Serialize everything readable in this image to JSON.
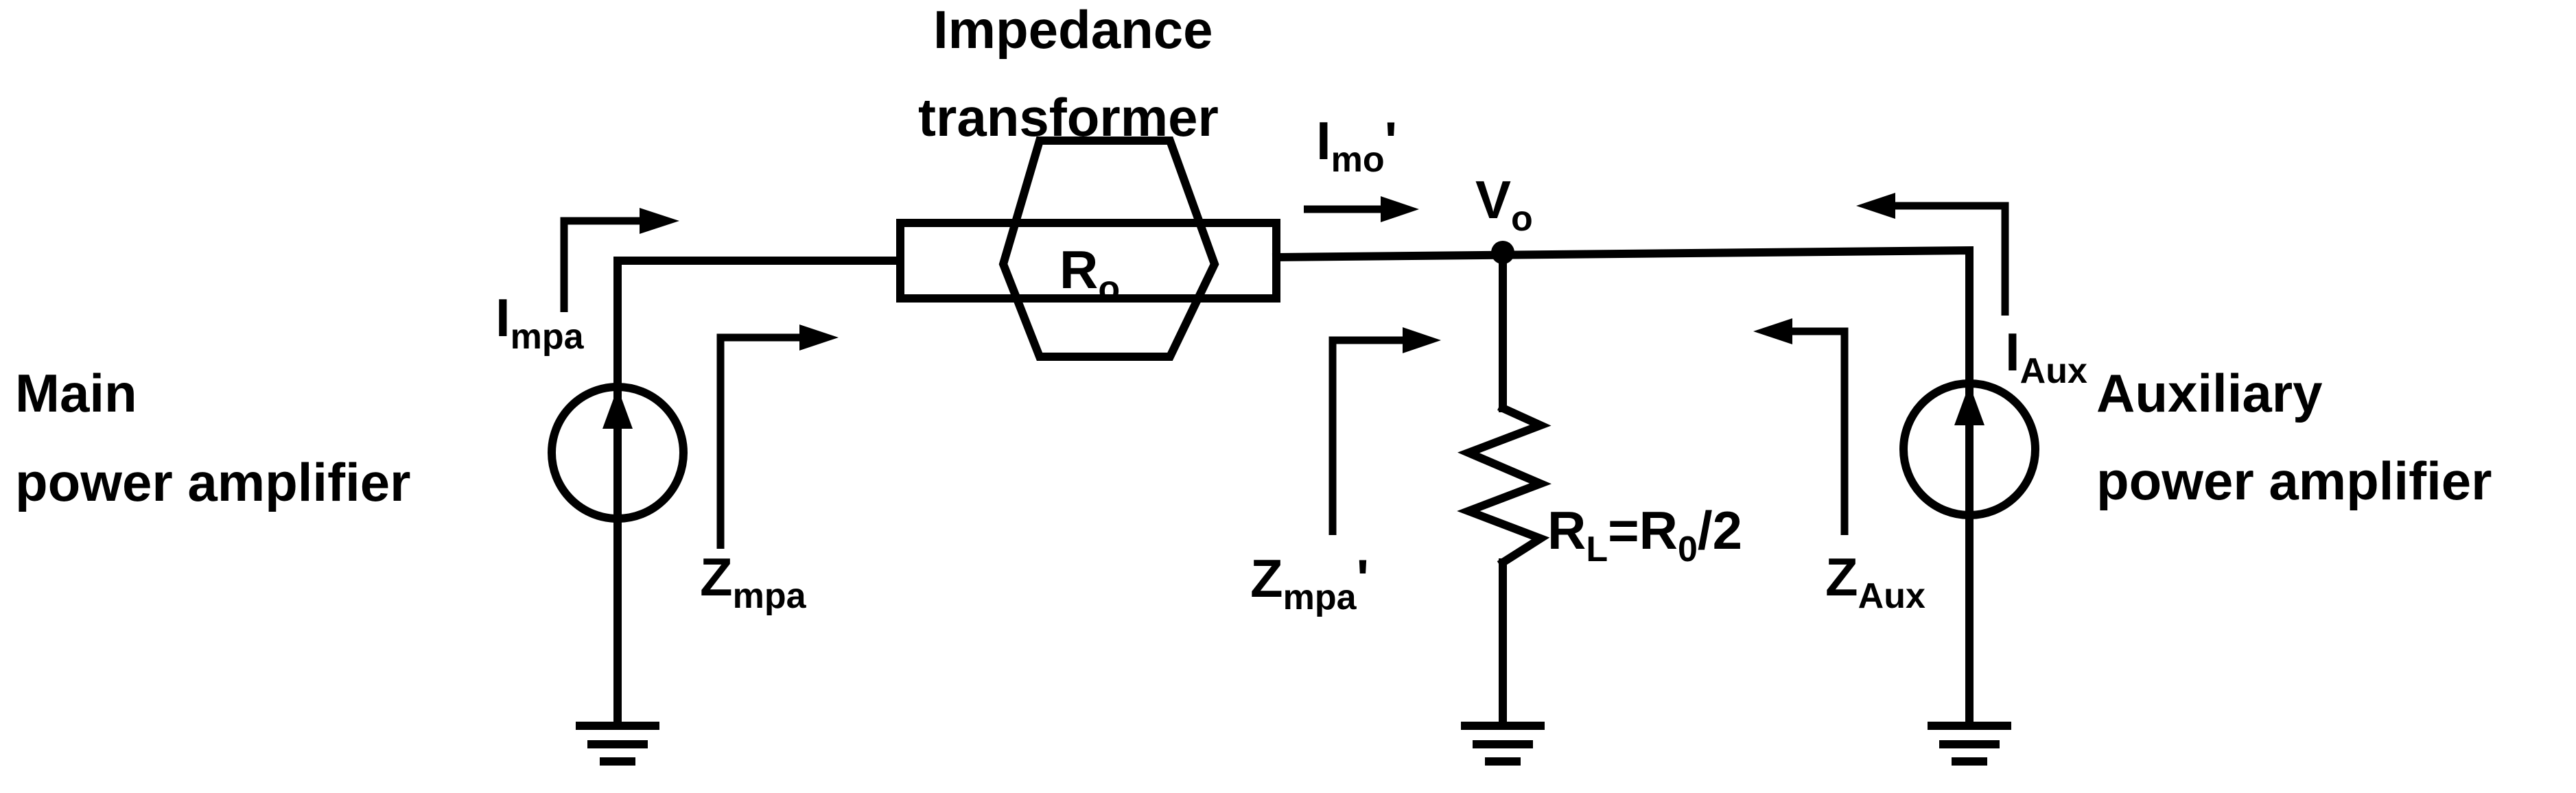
{
  "labels": {
    "impedance_line1": "Impedance",
    "impedance_line2": "transformer",
    "main_line1": "Main",
    "main_line2": "power amplifier",
    "aux_line1": "Auxiliary",
    "aux_line2": "power amplifier",
    "ro_main": "R",
    "ro_sub": "o",
    "rl_main1": "R",
    "rl_sub1": "L",
    "rl_main2": "=R",
    "rl_sub2": "0",
    "rl_main3": "/2",
    "vo_main": "V",
    "vo_sub": "o",
    "impa_main": "I",
    "impa_sub": "mpa",
    "imo_main": "I",
    "imo_sub": "mo",
    "imo_prime": "'",
    "iaux_main": "I",
    "iaux_sub": "Aux",
    "zmpa_main": "Z",
    "zmpa_sub": "mpa",
    "zmpa2_main": "Z",
    "zmpa2_sub": "mpa",
    "zmpa2_prime": "'",
    "zaux_main": "Z",
    "zaux_sub": "Aux"
  },
  "colors": {
    "line": "#000000",
    "background": "#ffffff"
  }
}
